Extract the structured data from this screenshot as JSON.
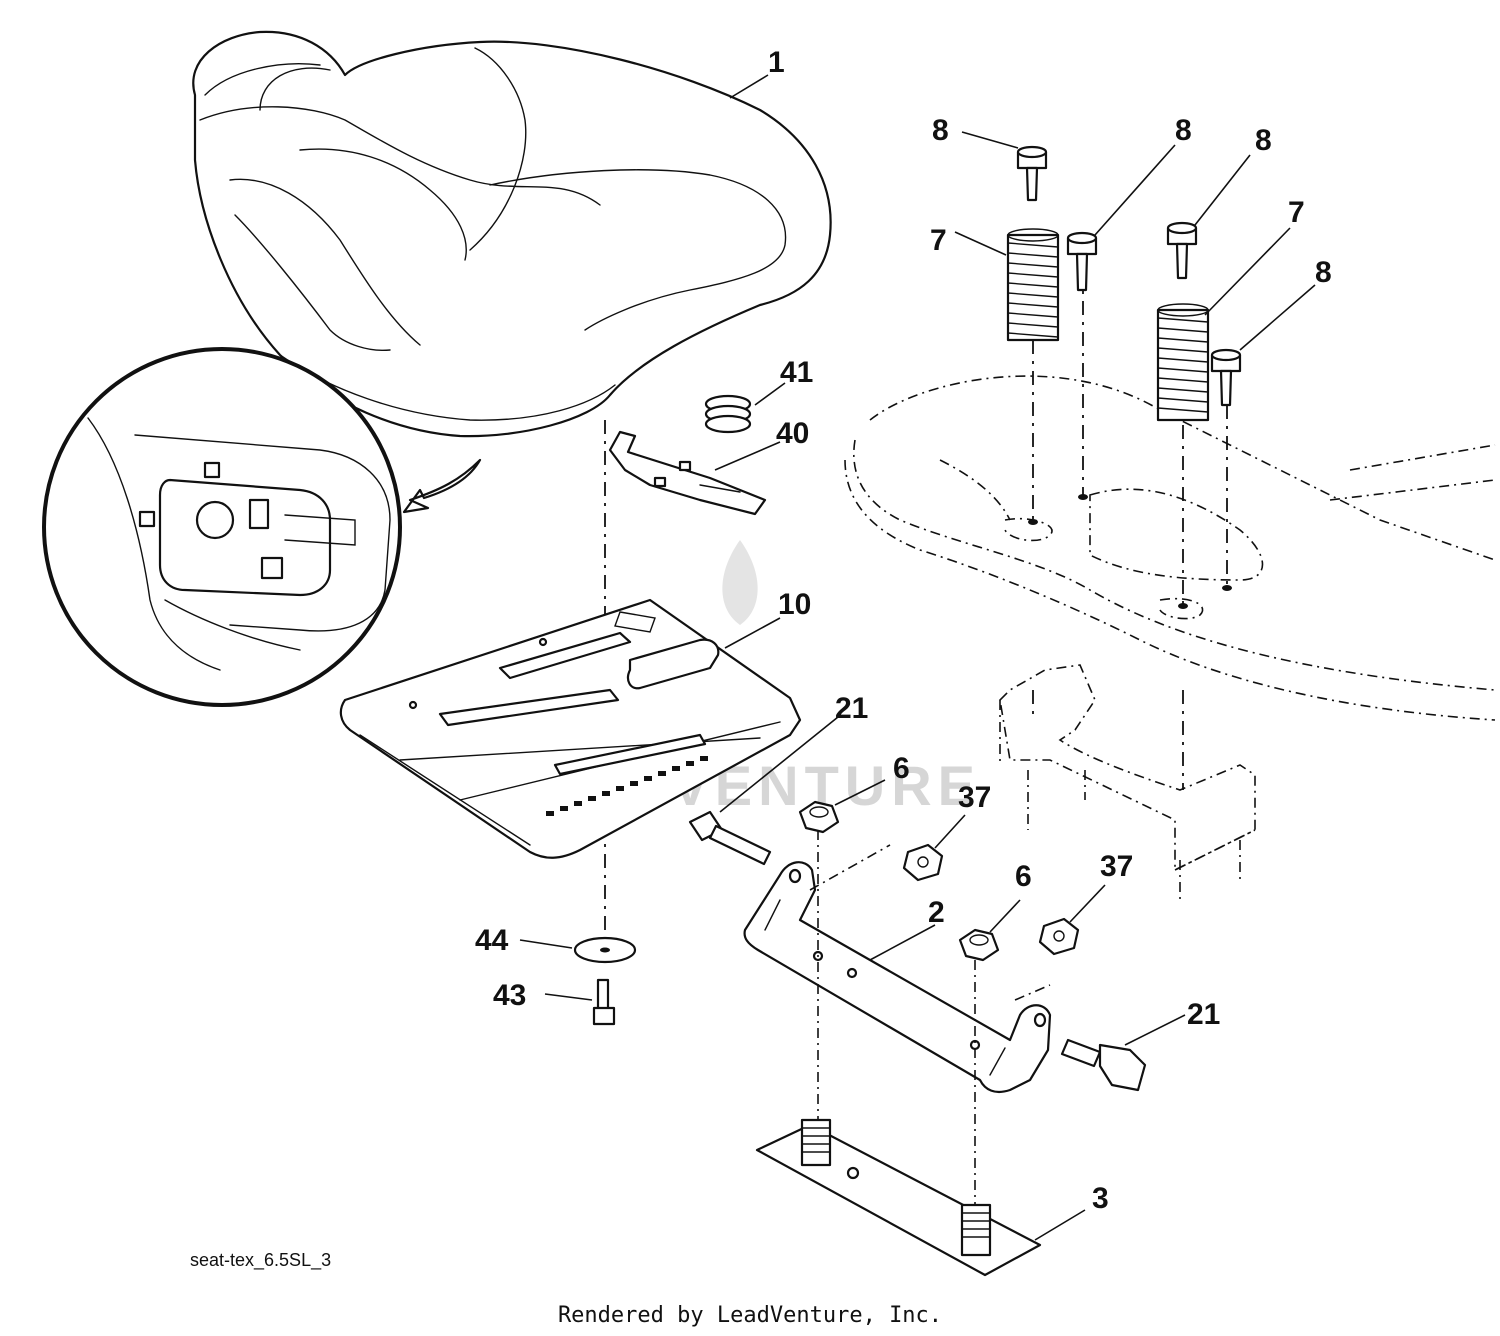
{
  "diagram": {
    "drawing_code": "seat-tex_6.5SL_3",
    "watermark": "LEADVENTURE",
    "footer": "Rendered by LeadVenture, Inc.",
    "callouts": {
      "c1": "1",
      "c8a": "8",
      "c8b": "8",
      "c8c": "8",
      "c8d": "8",
      "c7a": "7",
      "c7b": "7",
      "c41": "41",
      "c40": "40",
      "c10": "10",
      "c21a": "21",
      "c21b": "21",
      "c6a": "6",
      "c6b": "6",
      "c37a": "37",
      "c37b": "37",
      "c2": "2",
      "c44": "44",
      "c43": "43",
      "c3": "3"
    }
  }
}
